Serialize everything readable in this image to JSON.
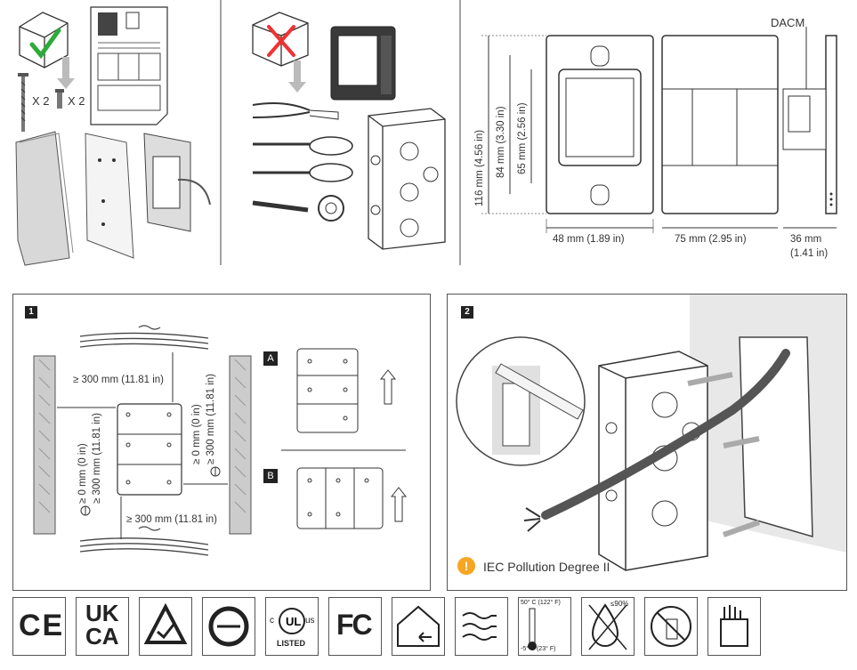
{
  "top": {
    "kit": {
      "qty_long_screw": "X 2",
      "qty_short_screw": "X 2"
    },
    "dims": {
      "dacm_label": "DACM",
      "h_outer": "116 mm (4.56 in)",
      "h_mid": "84 mm (3.30 in)",
      "h_inner": "65 mm (2.56 in)",
      "w_plate": "48 mm (1.89 in)",
      "w_cover": "75 mm (2.95 in)",
      "depth_1": "36 mm",
      "depth_2": "(1.41 in)"
    }
  },
  "panel1": {
    "step": "1",
    "clear_top": "≥ 300 mm (11.81 in)",
    "clear_bottom": "≥ 300 mm (11.81 in)",
    "left_a": "≥ 0 mm (0 in)",
    "left_b": "≥ 300 mm (11.81 in)",
    "right_a": "≥ 0 mm (0 in)",
    "right_b": "≥ 300 mm (11.81 in)",
    "option_a": "A",
    "option_b": "B"
  },
  "panel2": {
    "step": "2",
    "warning": "IEC Pollution Degree II"
  },
  "certs": {
    "ce": "CE",
    "ukca_1": "UK",
    "ukca_2": "CA",
    "ul_c": "c",
    "ul_us": "us",
    "ul_listed": "LISTED",
    "fc": "FC",
    "temp_high": "50° C (122° F)",
    "temp_low": "-5° C (23° F)",
    "humidity": "≤90%"
  }
}
